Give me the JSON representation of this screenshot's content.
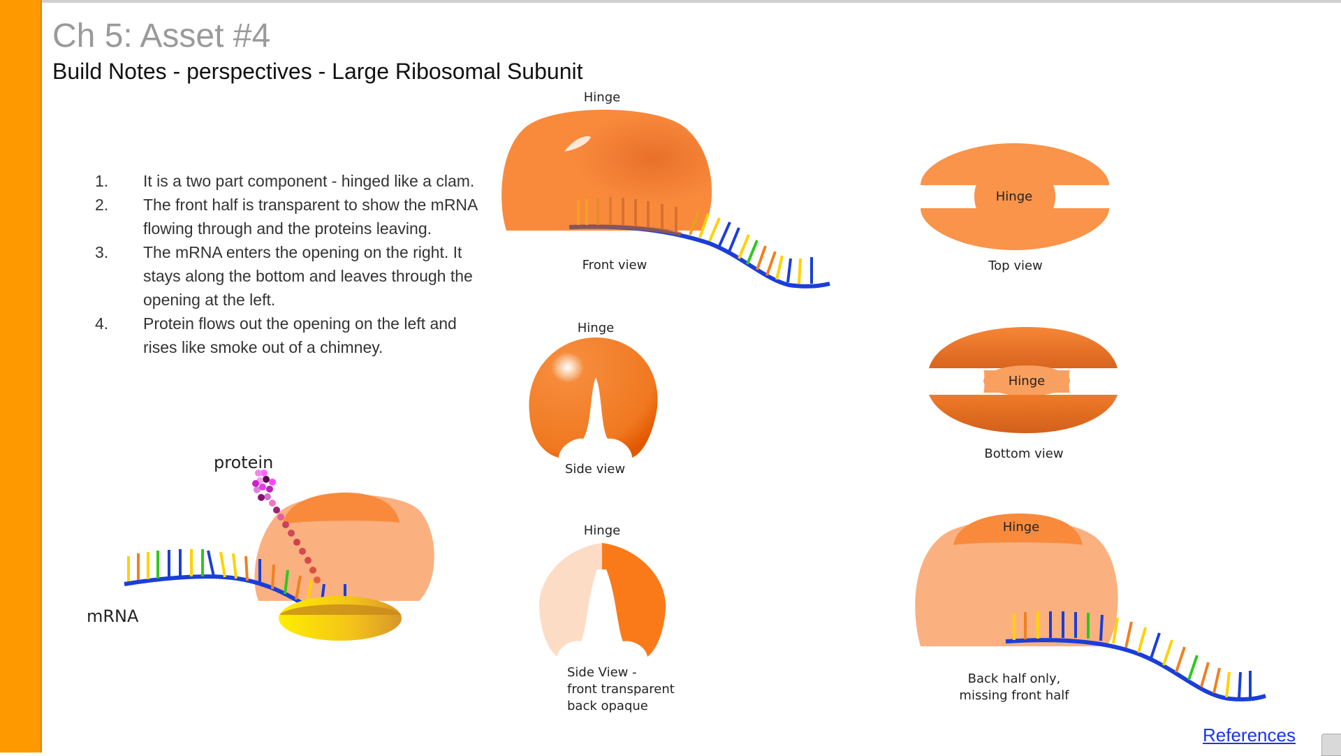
{
  "page": {
    "title": "Ch 5: Asset #4",
    "subtitle": "Build Notes - perspectives -  Large Ribosomal Subunit"
  },
  "notes": [
    {
      "num": "1.",
      "text": "It is a two part component - hinged like a clam."
    },
    {
      "num": "2.",
      "text": "The front half is transparent to show the mRNA flowing through and the proteins leaving."
    },
    {
      "num": "3.",
      "text": "The mRNA enters the opening on the right. It stays along the bottom and leaves through the opening at the left."
    },
    {
      "num": "4.",
      "text": "Protein flows out the opening on the left and rises like smoke out of a chimney."
    }
  ],
  "labels": {
    "protein": "protein",
    "mrna": "mRNA",
    "hinge": "Hinge",
    "front_view": "Front view",
    "top_view": "Top view",
    "side_view": "Side view",
    "bottom_view": "Bottom view",
    "side_view_transparent_1": "Side View -",
    "side_view_transparent_2": "front transparent",
    "side_view_transparent_3": "back opaque",
    "back_half_1": "Back half only,",
    "back_half_2": "missing front half"
  },
  "links": {
    "references": "References"
  },
  "colors": {
    "accent_bar": "#ff9900",
    "ribosome_orange": "#f98a3c",
    "ribosome_light": "#fbb080",
    "mrna_blue": "#1a3ed8",
    "link_blue": "#1a33ee"
  }
}
